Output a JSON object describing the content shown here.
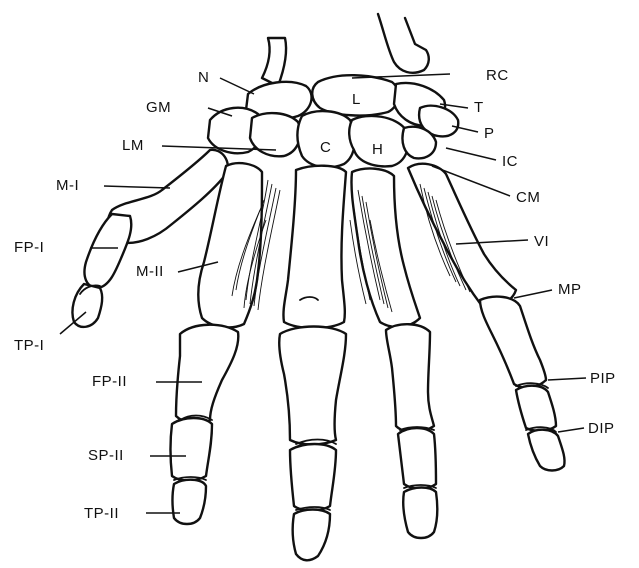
{
  "labels": {
    "N": "N",
    "RC": "RC",
    "GM": "GM",
    "L": "L",
    "T": "T",
    "LM": "LM",
    "C": "C",
    "H": "H",
    "P": "P",
    "IC": "IC",
    "M_I": "M-I",
    "CM": "CM",
    "FP_I": "FP-I",
    "VI": "VI",
    "M_II": "M-II",
    "MP": "MP",
    "TP_I": "TP-I",
    "FP_II": "FP-II",
    "PIP": "PIP",
    "DIP": "DIP",
    "SP_II": "SP-II",
    "TP_II": "TP-II"
  }
}
